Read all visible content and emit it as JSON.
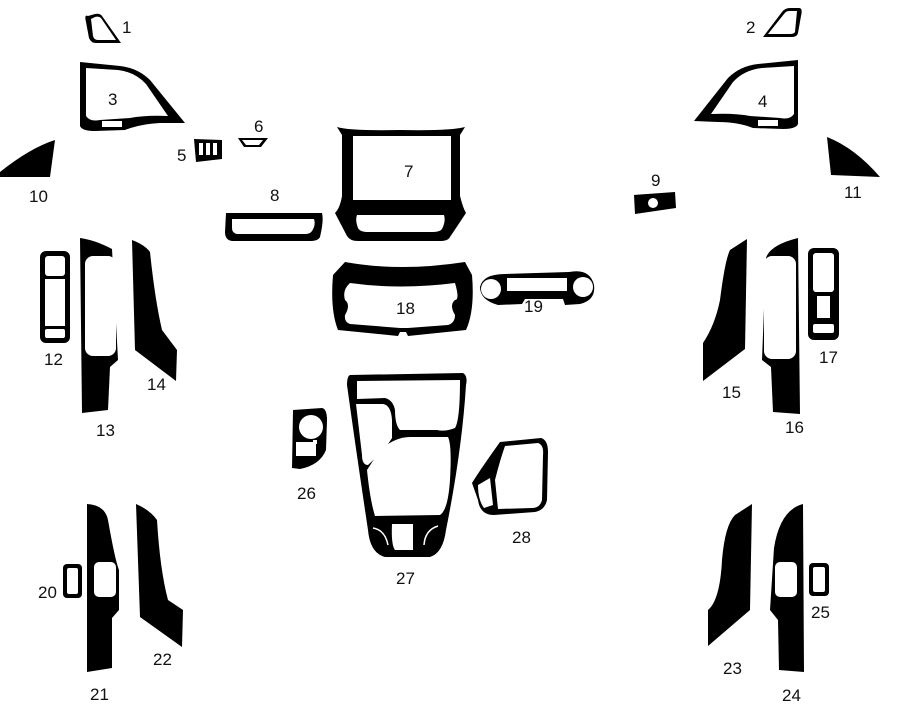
{
  "diagram": {
    "type": "dash-trim-kit-parts-layout",
    "colors": {
      "part_fill": "#000000",
      "background": "#ffffff",
      "label": "#111111"
    },
    "parts": [
      {
        "num": "1"
      },
      {
        "num": "2"
      },
      {
        "num": "3"
      },
      {
        "num": "4"
      },
      {
        "num": "5"
      },
      {
        "num": "6"
      },
      {
        "num": "7"
      },
      {
        "num": "8"
      },
      {
        "num": "9"
      },
      {
        "num": "10"
      },
      {
        "num": "11"
      },
      {
        "num": "12"
      },
      {
        "num": "13"
      },
      {
        "num": "14"
      },
      {
        "num": "15"
      },
      {
        "num": "16"
      },
      {
        "num": "17"
      },
      {
        "num": "18"
      },
      {
        "num": "19"
      },
      {
        "num": "20"
      },
      {
        "num": "21"
      },
      {
        "num": "22"
      },
      {
        "num": "23"
      },
      {
        "num": "24"
      },
      {
        "num": "25"
      },
      {
        "num": "26"
      },
      {
        "num": "27"
      },
      {
        "num": "28"
      }
    ]
  }
}
